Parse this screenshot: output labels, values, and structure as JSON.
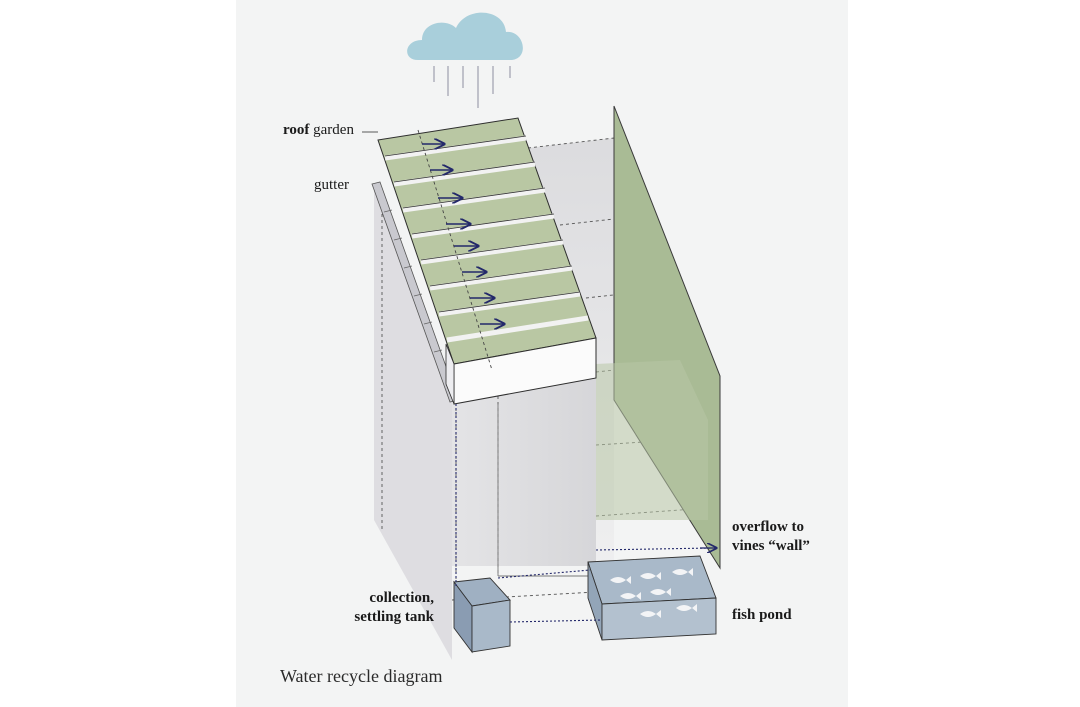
{
  "labels": {
    "roof_garden_bold": "roof",
    "roof_garden_rest": "garden",
    "gutter": "gutter",
    "collection_line1": "collection,",
    "collection_line2": "settling tank",
    "overflow_line1": "overflow to",
    "overflow_line2": "vines “wall”",
    "fish_pond": "fish pond"
  },
  "caption": "Water recycle diagram",
  "colors": {
    "garden_green": "#b9c7a3",
    "wall_green": "#a9bb95",
    "water_blue": "#a9b9c9",
    "cloud_blue": "#a9cfdb",
    "arrow_navy": "#23286a"
  },
  "icons": {
    "cloud": "rain-cloud-icon",
    "fish": "fish-icon",
    "arrow": "flow-arrow-icon"
  }
}
